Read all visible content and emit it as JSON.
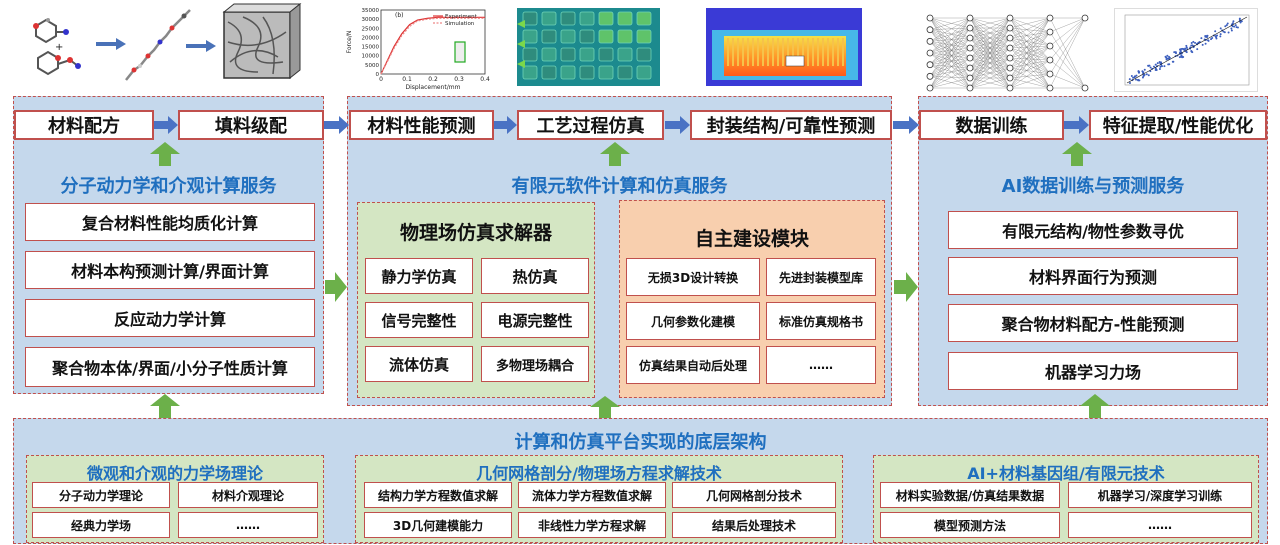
{
  "top_flow": {
    "left": [
      "材料配方",
      "填料级配"
    ],
    "middle": [
      "材料性能预测",
      "工艺过程仿真",
      "封装结构/可靠性预测"
    ],
    "right": [
      "数据训练",
      "特征提取/性能优化"
    ]
  },
  "left_panel": {
    "title": "分子动力学和介观计算服务",
    "items": [
      "复合材料性能均质化计算",
      "材料本构预测计算/界面计算",
      "反应动力学计算",
      "聚合物本体/界面/小分子性质计算"
    ]
  },
  "middle_panel": {
    "title": "有限元软件计算和仿真服务",
    "solver": {
      "title": "物理场仿真求解器",
      "items": [
        "静力学仿真",
        "热仿真",
        "信号完整性",
        "电源完整性",
        "流体仿真",
        "多物理场耦合"
      ]
    },
    "custom": {
      "title": "自主建设模块",
      "items": [
        "无损3D设计转换",
        "先进封装模型库",
        "几何参数化建模",
        "标准仿真规格书",
        "仿真结果自动后处理",
        "……"
      ]
    }
  },
  "right_panel": {
    "title": "AI数据训练与预测服务",
    "items": [
      "有限元结构/物性参数寻优",
      "材料界面行为预测",
      "聚合物材料配方-性能预测",
      "机器学习力场"
    ]
  },
  "bottom_panel": {
    "title": "计算和仿真平台实现的底层架构",
    "groups": [
      {
        "title": "微观和介观的力学场理论",
        "items": [
          "分子动力学理论",
          "材料介观理论",
          "经典力学场",
          "……"
        ]
      },
      {
        "title": "几何网格剖分/物理场方程求解技术",
        "items": [
          "结构力学方程数值求解",
          "流体力学方程数值求解",
          "几何网格剖分技术",
          "3D几何建模能力",
          "非线性力学方程求解",
          "结果后处理技术"
        ]
      },
      {
        "title": "AI+材料基因组/有限元技术",
        "items": [
          "材料实验数据/仿真结果数据",
          "机器学习/深度学习训练",
          "模型预测方法",
          "……"
        ]
      }
    ]
  },
  "chart_legend": {
    "experiment": "Experiment",
    "simulation": "Simulation",
    "xlabel": "Displacement/mm",
    "ylabel": "Force/N",
    "panel": "(b)"
  },
  "chart_data": {
    "type": "line",
    "title": "",
    "panel_label": "(b)",
    "xlabel": "Displacement/mm",
    "ylabel": "Force/N",
    "xlim": [
      0,
      0.4
    ],
    "ylim": [
      0,
      35000
    ],
    "xticks": [
      0,
      0.1,
      0.2,
      0.3,
      0.4
    ],
    "yticks": [
      0,
      5000,
      10000,
      15000,
      20000,
      25000,
      30000,
      35000
    ],
    "series": [
      {
        "name": "Experiment",
        "x": [
          0,
          0.02,
          0.05,
          0.08,
          0.11,
          0.14,
          0.18,
          0.22,
          0.3,
          0.4
        ],
        "y": [
          0,
          6000,
          15000,
          22000,
          27000,
          29500,
          30500,
          31000,
          31000,
          31000
        ]
      },
      {
        "name": "Simulation",
        "x": [
          0,
          0.02,
          0.05,
          0.08,
          0.11,
          0.14,
          0.18,
          0.22,
          0.3,
          0.4
        ],
        "y": [
          0,
          5500,
          14000,
          21000,
          26000,
          29000,
          30000,
          30500,
          30500,
          30500
        ]
      }
    ]
  }
}
